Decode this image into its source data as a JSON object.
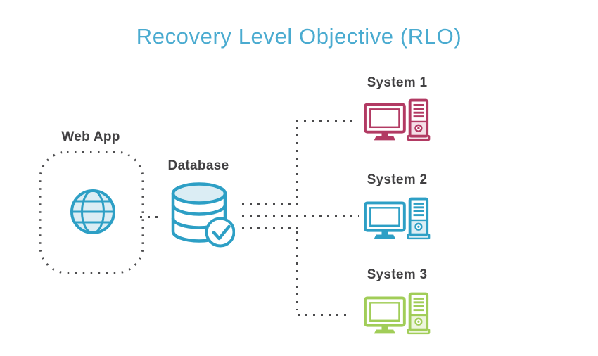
{
  "title": "Recovery Level Objective (RLO)",
  "diagram": {
    "web_app": {
      "label": "Web App",
      "icon": "globe-icon"
    },
    "database": {
      "label": "Database",
      "icon": "database-check-icon"
    },
    "systems": [
      {
        "label": "System 1",
        "icon": "desktop-computer-icon",
        "color": "#B23A63"
      },
      {
        "label": "System 2",
        "icon": "desktop-computer-icon",
        "color": "#2D9FC5"
      },
      {
        "label": "System 3",
        "icon": "desktop-computer-icon",
        "color": "#A1CD58"
      }
    ],
    "connections": [
      {
        "from": "web-app",
        "to": "database",
        "style": "dotted"
      },
      {
        "from": "database",
        "to": "system-1",
        "style": "dotted"
      },
      {
        "from": "database",
        "to": "system-2",
        "style": "dotted"
      },
      {
        "from": "database",
        "to": "system-3",
        "style": "dotted"
      }
    ]
  },
  "colors": {
    "title_text": "#4AABD0",
    "label_text": "#414042",
    "accent_blue": "#2D9FC5",
    "accent_blue_tint": "#DBEDF4",
    "accent_crimson": "#B23A63",
    "accent_crimson_tint": "#F4DEE7",
    "accent_green": "#A1CD58",
    "accent_green_tint": "#EDF5DD",
    "dotted_line": "#4A4A4C",
    "background": "#FFFFFF"
  }
}
